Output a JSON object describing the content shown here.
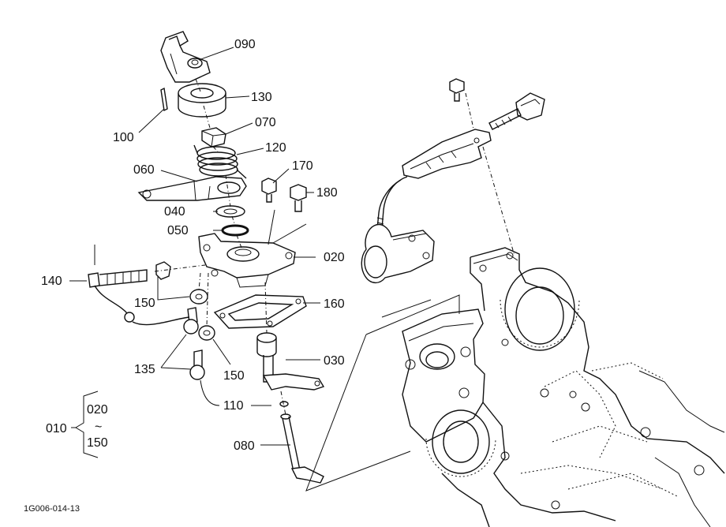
{
  "parts": [
    {
      "id": "part-090",
      "label": "090"
    },
    {
      "id": "part-130",
      "label": "130"
    },
    {
      "id": "part-100",
      "label": "100"
    },
    {
      "id": "part-070",
      "label": "070"
    },
    {
      "id": "part-120",
      "label": "120"
    },
    {
      "id": "part-060",
      "label": "060"
    },
    {
      "id": "part-170",
      "label": "170"
    },
    {
      "id": "part-180",
      "label": "180"
    },
    {
      "id": "part-040",
      "label": "040"
    },
    {
      "id": "part-050",
      "label": "050"
    },
    {
      "id": "part-020",
      "label": "020"
    },
    {
      "id": "part-140",
      "label": "140"
    },
    {
      "id": "part-150a",
      "label": "150"
    },
    {
      "id": "part-160",
      "label": "160"
    },
    {
      "id": "part-030",
      "label": "030"
    },
    {
      "id": "part-135",
      "label": "135"
    },
    {
      "id": "part-150b",
      "label": "150"
    },
    {
      "id": "part-110",
      "label": "110"
    },
    {
      "id": "part-080",
      "label": "080"
    }
  ],
  "assembly": {
    "label": "010",
    "range_start": "020",
    "range_sep": "~",
    "range_end": "150"
  },
  "figure_code": "1G006-014-13"
}
